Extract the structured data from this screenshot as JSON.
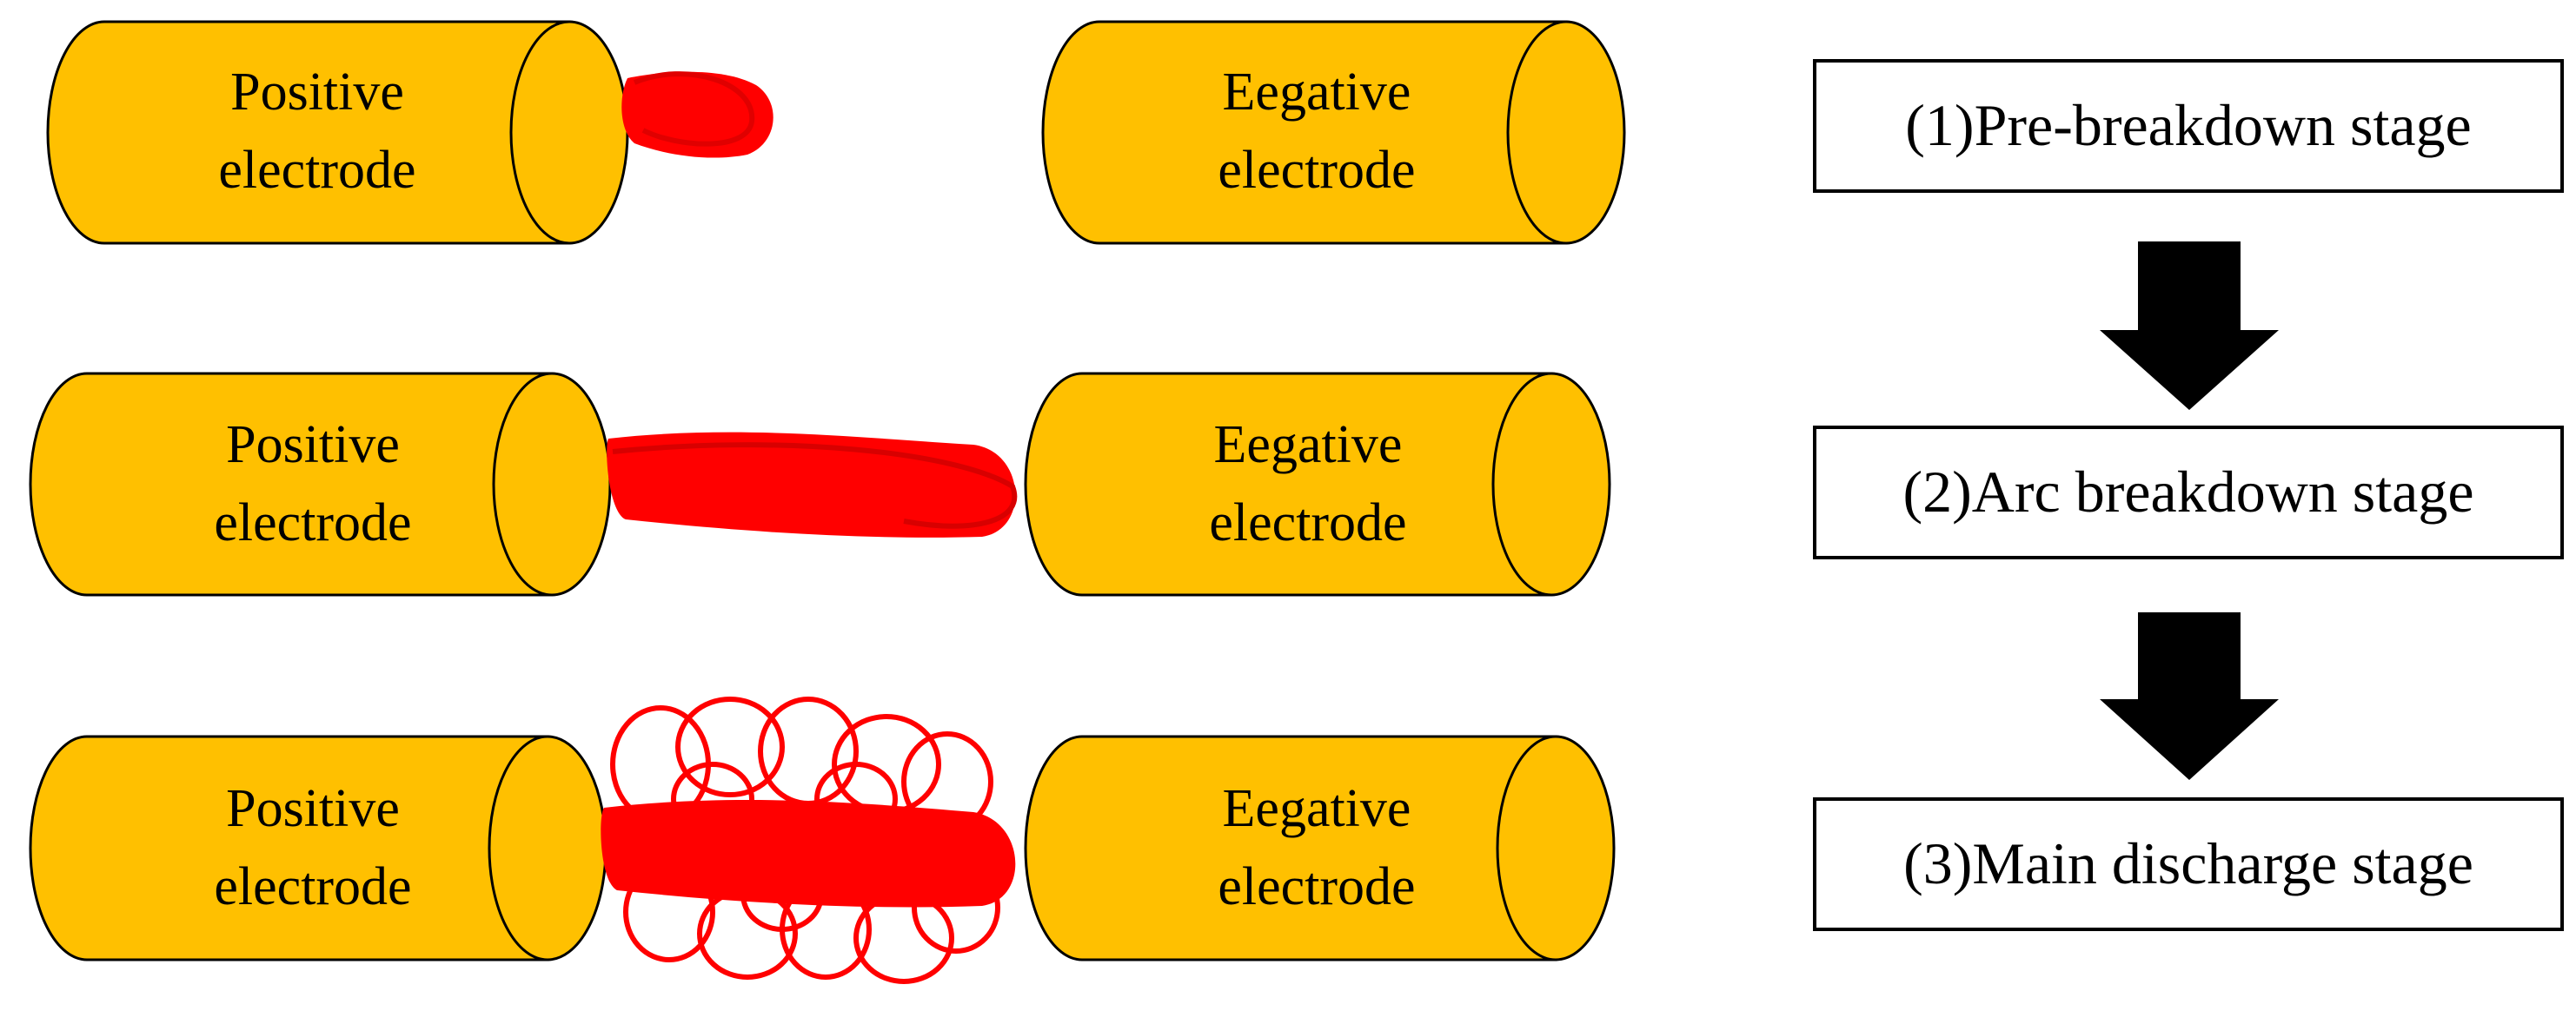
{
  "colors": {
    "electrode_fill": "#FFC000",
    "electrode_stroke": "#000000",
    "arc": "#FF0000",
    "arrow": "#000000",
    "box_stroke": "#000000"
  },
  "rows": [
    {
      "positive": {
        "line1": "Positive",
        "line2": "electrode"
      },
      "negative": {
        "line1": "Eegative",
        "line2": "electrode"
      },
      "arc_state": "small-blob"
    },
    {
      "positive": {
        "line1": "Positive",
        "line2": "electrode"
      },
      "negative": {
        "line1": "Eegative",
        "line2": "electrode"
      },
      "arc_state": "channel"
    },
    {
      "positive": {
        "line1": "Positive",
        "line2": "electrode"
      },
      "negative": {
        "line1": "Eegative",
        "line2": "electrode"
      },
      "arc_state": "channel-with-loops"
    }
  ],
  "stages": [
    {
      "label": "(1)Pre-breakdown stage"
    },
    {
      "label": "(2)Arc breakdown stage"
    },
    {
      "label": "(3)Main discharge stage"
    }
  ],
  "arrows": [
    "arrow-down",
    "arrow-down"
  ]
}
